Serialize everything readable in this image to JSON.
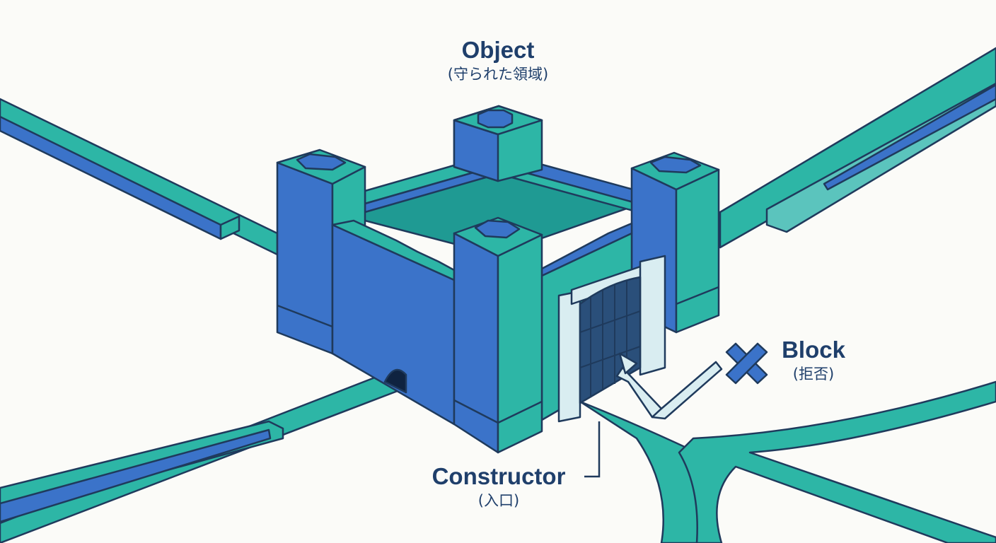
{
  "labels": {
    "object": {
      "title": "Object",
      "subtitle": "(守られた領域)"
    },
    "constructor": {
      "title": "Constructor",
      "subtitle": "(入口)"
    },
    "block": {
      "title": "Block",
      "subtitle": "(拒否)"
    }
  },
  "icons": [
    "block-x-icon",
    "arrow-bounce-icon",
    "flow-arrow-icon"
  ],
  "colors": {
    "background": "#fbfbf8",
    "castle_blue": "#3b73c9",
    "teal": "#1fb1a4",
    "dark_outline": "#1f3a5c",
    "pale_gate": "#d9edf1",
    "label_navy": "#1f3f6b"
  }
}
